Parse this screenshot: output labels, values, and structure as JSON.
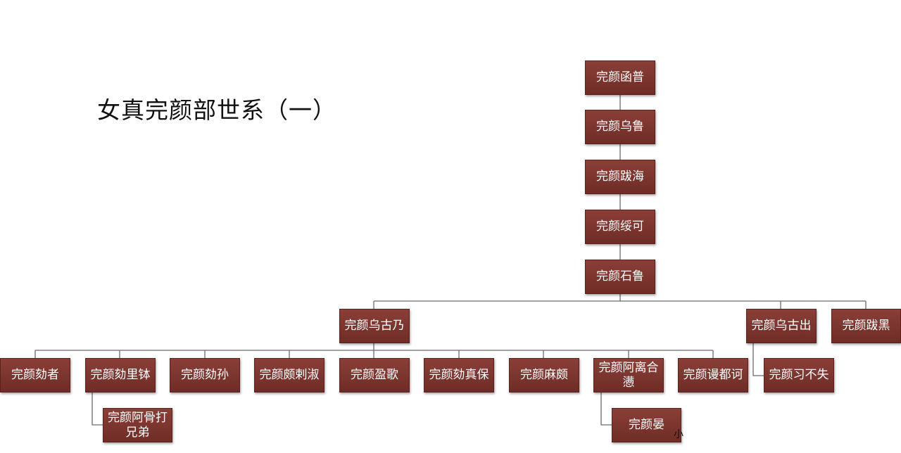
{
  "title": "女真完颜部世系（一）",
  "nodes": {
    "hanpu": "完颜函普",
    "wulu": "完颜乌鲁",
    "bahai": "完颜跋海",
    "suike": "完颜绥可",
    "shilu": "完颜石鲁",
    "wugunai": "完颜乌古乃",
    "wuguchu": "完颜乌古出",
    "bahei": "完颜跋黑",
    "hezhe": "完颜劾者",
    "helibo": "完颜劾里钵",
    "hesun": "完颜劾孙",
    "polashu": "完颜颇剌淑",
    "yingge": "完颜盈歌",
    "hezhenbao": "完颜劾真保",
    "mapo": "完颜麻颇",
    "alihehe": "完颜阿离合懑",
    "mandouke": "完颜谩都诃",
    "xibushi": "完颜习不失",
    "aguda": "完颜阿骨打兄弟",
    "yan": "完颜晏"
  },
  "corner_mark": "小"
}
